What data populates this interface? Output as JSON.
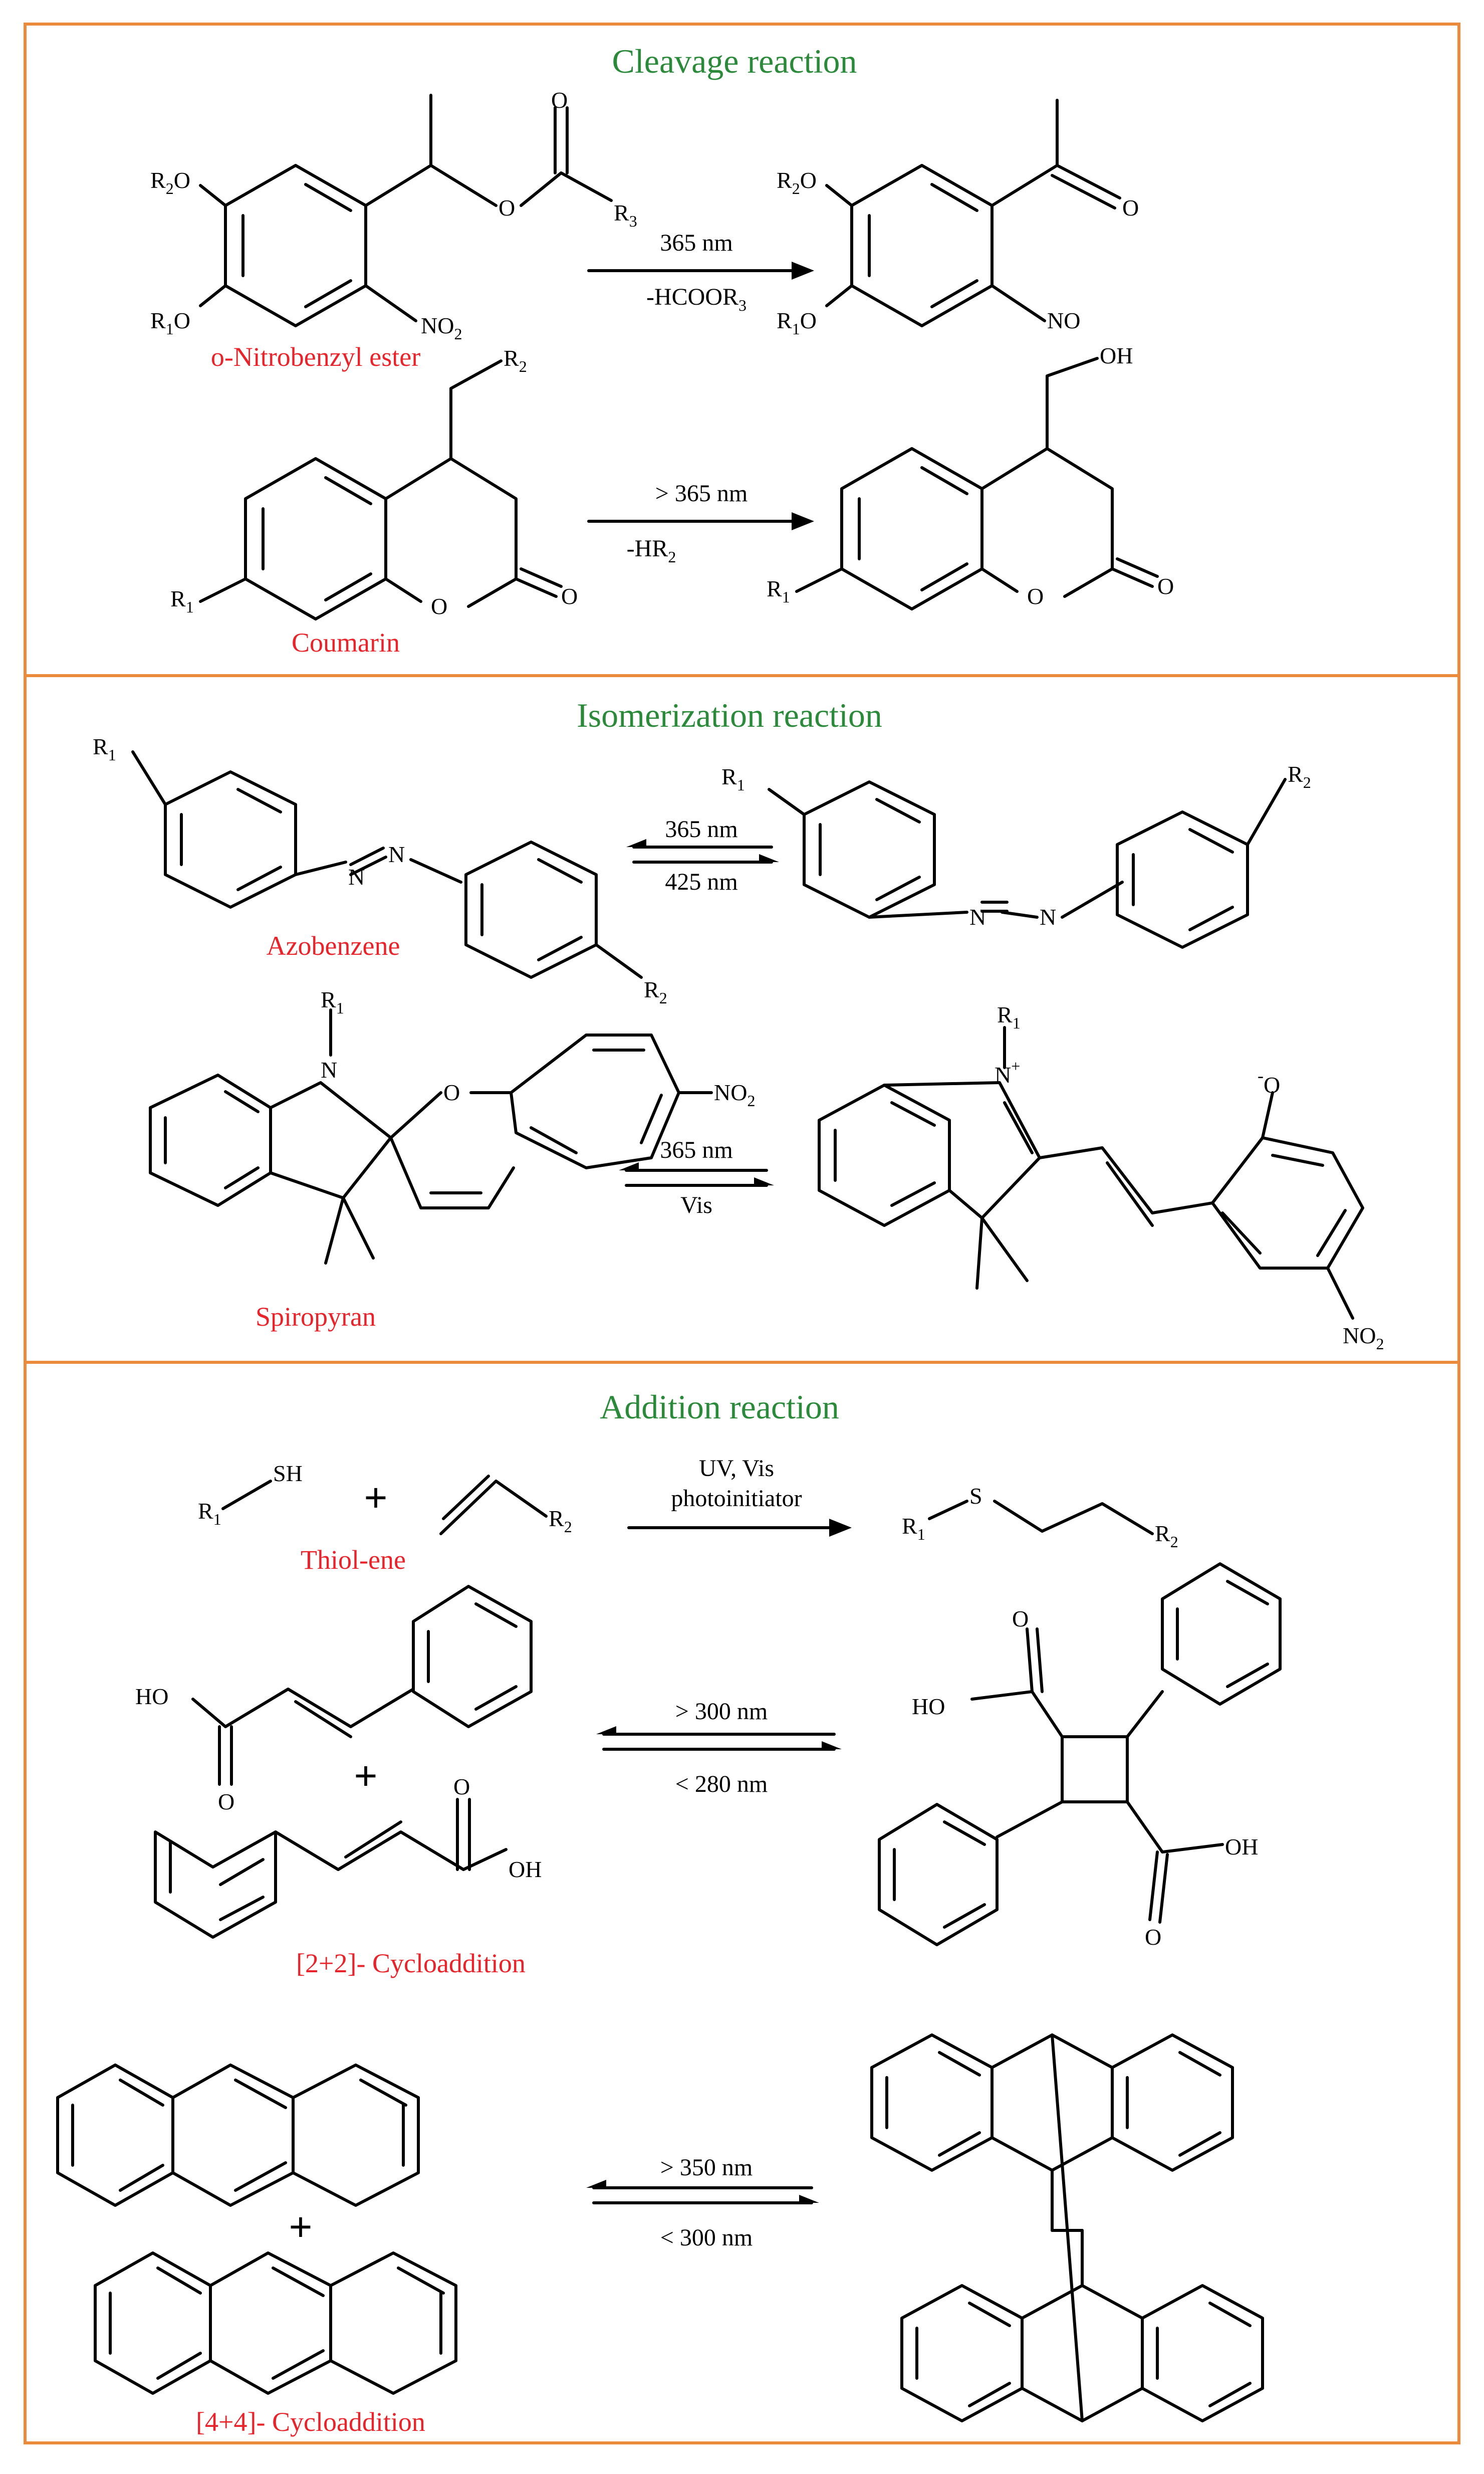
{
  "sections": {
    "cleavage": {
      "title": "Cleavage reaction",
      "nitrobenzyl": {
        "label": "o-Nitrobenzyl ester",
        "cond_top": "365 nm",
        "cond_bottom": "-HCOOR",
        "cond_bottom_sub": "3",
        "atoms": {
          "r2o": "R",
          "r2o_sub": "2",
          "r2o_tail": "O",
          "r1o": "R",
          "r1o_sub": "1",
          "r1o_tail": "O",
          "no2": "NO",
          "no2_sub": "2",
          "ester_o": "O",
          "r3": "R",
          "r3_sub": "3",
          "carbonyl_o": "O",
          "p_r2o": "R",
          "p_r2o_sub": "2",
          "p_r2o_tail": "O",
          "p_r1o": "R",
          "p_r1o_sub": "1",
          "p_r1o_tail": "O",
          "p_no": "NO",
          "p_ketone_o": "O"
        }
      },
      "coumarin": {
        "label": "Coumarin",
        "cond_top": "> 365 nm",
        "cond_bottom": "-HR",
        "cond_bottom_sub": "2",
        "atoms": {
          "r2": "R",
          "r2_sub": "2",
          "r1": "R",
          "r1_sub": "1",
          "ring_o": "O",
          "carbonyl_o": "O",
          "p_oh": "OH",
          "p_r1": "R",
          "p_r1_sub": "1",
          "p_ring_o": "O",
          "p_carbonyl_o": "O"
        }
      }
    },
    "isomerization": {
      "title": "Isomerization reaction",
      "azobenzene": {
        "label": "Azobenzene",
        "cond_top": "365 nm",
        "cond_bottom": "425 nm",
        "atoms": {
          "r1": "R",
          "r1_sub": "1",
          "n1": "N",
          "n2": "N",
          "r2": "R",
          "r2_sub": "2",
          "p_r1": "R",
          "p_r1_sub": "1",
          "p_n1": "N",
          "p_n2": "N",
          "p_r2": "R",
          "p_r2_sub": "2"
        }
      },
      "spiropyran": {
        "label": "Spiropyran",
        "cond_top": "365 nm",
        "cond_bottom": "Vis",
        "atoms": {
          "r1": "R",
          "r1_sub": "1",
          "n": "N",
          "o": "O",
          "no2": "NO",
          "no2_sub": "2",
          "p_r1": "R",
          "p_r1_sub": "1",
          "p_n": "N",
          "p_n_charge": "+",
          "p_o_charge": "-",
          "p_o": "O",
          "p_no2": "NO",
          "p_no2_sub": "2"
        }
      }
    },
    "addition": {
      "title": "Addition reaction",
      "thiolene": {
        "label": "Thiol-ene",
        "cond_top": "UV, Vis",
        "cond_bottom": "photoinitiator",
        "plus": "+",
        "atoms": {
          "sh": "SH",
          "r1": "R",
          "r1_sub": "1",
          "r2": "R",
          "r2_sub": "2",
          "p_s": "S",
          "p_r1": "R",
          "p_r1_sub": "1",
          "p_r2": "R",
          "p_r2_sub": "2"
        }
      },
      "cyclo22": {
        "label": "[2+2]- Cycloaddition",
        "cond_top": "> 300 nm",
        "cond_bottom": "< 280 nm",
        "plus": "+",
        "atoms": {
          "ho": "HO",
          "o1": "O",
          "o2": "O",
          "oh": "OH",
          "p_ho": "HO",
          "p_o1": "O",
          "p_o2": "O",
          "p_oh": "OH"
        }
      },
      "cyclo44": {
        "label": "[4+4]- Cycloaddition",
        "cond_top": "> 350 nm",
        "cond_bottom": "< 300 nm",
        "plus": "+"
      }
    }
  },
  "colors": {
    "frame": "#ea8a3a",
    "title": "#2a8a3a",
    "label": "#e8232a"
  }
}
